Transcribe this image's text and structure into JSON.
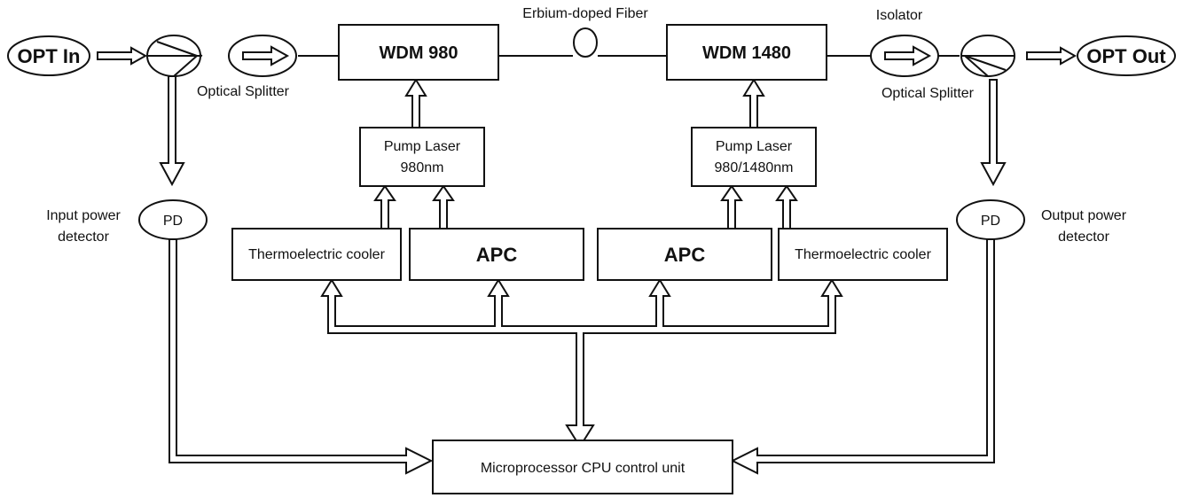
{
  "blocks": {
    "opt_in": "OPT In",
    "opt_out": "OPT Out",
    "wdm_980": "WDM 980",
    "wdm_1480": "WDM 1480",
    "pump_laser_left": {
      "line1": "Pump Laser",
      "line2": "980nm"
    },
    "pump_laser_right": {
      "line1": "Pump Laser",
      "line2": "980/1480nm"
    },
    "tec_left": "Thermoelectric cooler",
    "tec_right": "Thermoelectric cooler",
    "apc_left": "APC",
    "apc_right": "APC",
    "pd_in": "PD",
    "pd_out": "PD",
    "cpu": "Microprocessor CPU control unit"
  },
  "labels": {
    "erbium_fiber": "Erbium-doped Fiber",
    "isolator": "Isolator",
    "optical_splitter_left": "Optical Splitter",
    "optical_splitter_right": "Optical Splitter",
    "input_power_detector": {
      "line1": "Input power",
      "line2": "detector"
    },
    "output_power_detector": {
      "line1": "Output power",
      "line2": "detector"
    }
  }
}
